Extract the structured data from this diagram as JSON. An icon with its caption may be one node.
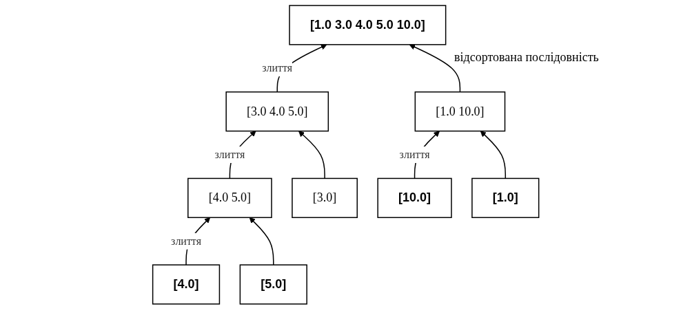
{
  "diagram": {
    "nodes": [
      {
        "text": [
          "[1.0 3.0 4.0 5.0 10.0]"
        ],
        "beside": [
          "відсортована послідовність"
        ]
      },
      {
        "text": [
          "[3.0 4.0 5.0]"
        ]
      },
      {
        "text": [
          "[4.0 5.0]"
        ]
      },
      {
        "text": [
          "[3.0]"
        ]
      },
      {
        "text": [
          "[1.0 10.0]"
        ]
      },
      {
        "text": [
          "[4.0]"
        ]
      },
      {
        "text": [
          "[5.0]"
        ]
      },
      {
        "text": [
          "[10.0]"
        ]
      },
      {
        "text": [
          "[1.0]"
        ]
      }
    ],
    "edges": [
      {
        "from": 1,
        "to": 0,
        "arrow": "to",
        "label": "злиття"
      },
      {
        "from": 4,
        "to": 0,
        "arrow": "to"
      },
      {
        "from": 2,
        "to": 1,
        "arrow": "to",
        "label": "злиття"
      },
      {
        "from": 3,
        "to": 1,
        "arrow": "to"
      },
      {
        "from": 5,
        "to": 2,
        "arrow": "to",
        "label": "злиття"
      },
      {
        "from": 6,
        "to": 2,
        "arrow": "to"
      },
      {
        "from": 7,
        "to": 4,
        "arrow": "to",
        "label": "злиття"
      },
      {
        "from": 8,
        "to": 4,
        "arrow": "to"
      }
    ]
  }
}
